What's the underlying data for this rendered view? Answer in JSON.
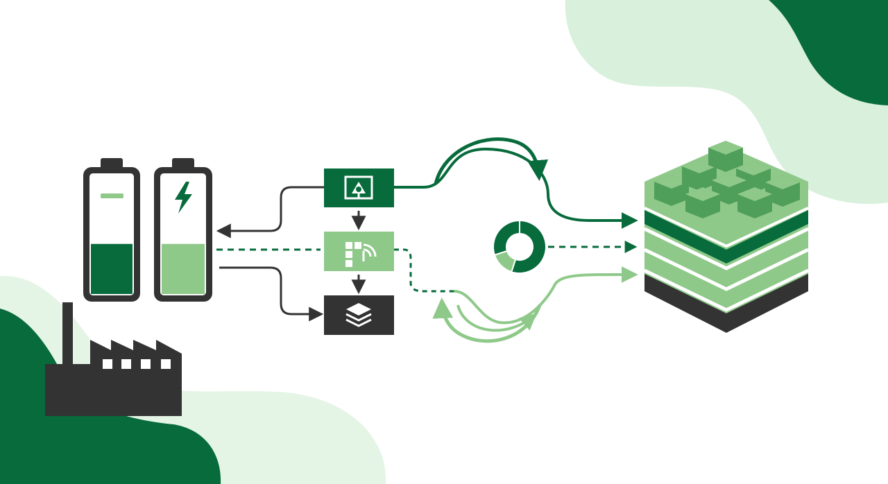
{
  "colors": {
    "dark_green": "#076b3c",
    "mid_green": "#8fc98a",
    "light_green": "#d9f1dc",
    "pale_green": "#e4f5e6",
    "dark_gray": "#333333",
    "white": "#ffffff"
  },
  "icons": {
    "battery_discharged": "battery-minus-icon",
    "battery_charging": "battery-charging-icon",
    "factory": "factory-icon",
    "plant_monitor": "plant-monitor-icon",
    "wireless_grid": "wireless-grid-icon",
    "layer_stack": "layer-stack-icon",
    "donut": "donut-chart-icon",
    "storage_block": "storage-block-icon"
  },
  "battery_levels": {
    "discharged": 0.42,
    "charging": 0.42
  },
  "donut_segments": [
    0.55,
    0.15,
    0.3
  ]
}
